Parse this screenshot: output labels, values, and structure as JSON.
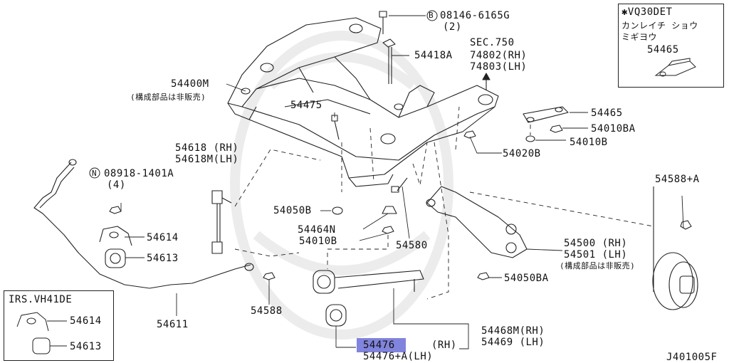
{
  "diagram_code": "J401005F",
  "labels": {
    "bolt_b": "08146-6165G",
    "bolt_b_qty": "(2)",
    "bolt_b_marker": "B",
    "p54418a": "54418A",
    "sec750": "SEC.750",
    "p74802": "74802(RH)",
    "p74803": "74803(LH)",
    "p54400m": "54400M",
    "p54400m_note": "(構成部品は非販売)",
    "p54475": "54475",
    "p54465": "54465",
    "p54010ba": "54010BA",
    "p54010b_top": "54010B",
    "p54020b": "54020B",
    "p54618": "54618 (RH)",
    "p54618m": "54618M(LH)",
    "nut_n": "08918-1401A",
    "nut_n_qty": "(4)",
    "nut_n_marker": "N",
    "p54050b": "54050B",
    "p54464n": "54464N",
    "p54010b_mid": "54010B",
    "p54580": "54580",
    "p54588a": "54588+A",
    "p54500": "54500 (RH)",
    "p54501": "54501 (LH)",
    "p54501_note": "(構成部品は非販売)",
    "p54050ba": "54050BA",
    "p54614": "54614",
    "p54613": "54613",
    "p54611": "54611",
    "p54588": "54588",
    "p54468m": "54468M(RH)",
    "p54469": "54469 (LH)",
    "p54476": "54476",
    "p54476_rh": "(RH)",
    "p54476a": "54476+A(LH)"
  },
  "inset_vq30": {
    "title": "✱VQ30DET",
    "line2": "カンレイチ  ショウ",
    "line3": "ミギヨウ",
    "part": "54465"
  },
  "inset_irs": {
    "title": "IRS.VH41DE",
    "part1": "54614",
    "part2": "54613"
  }
}
